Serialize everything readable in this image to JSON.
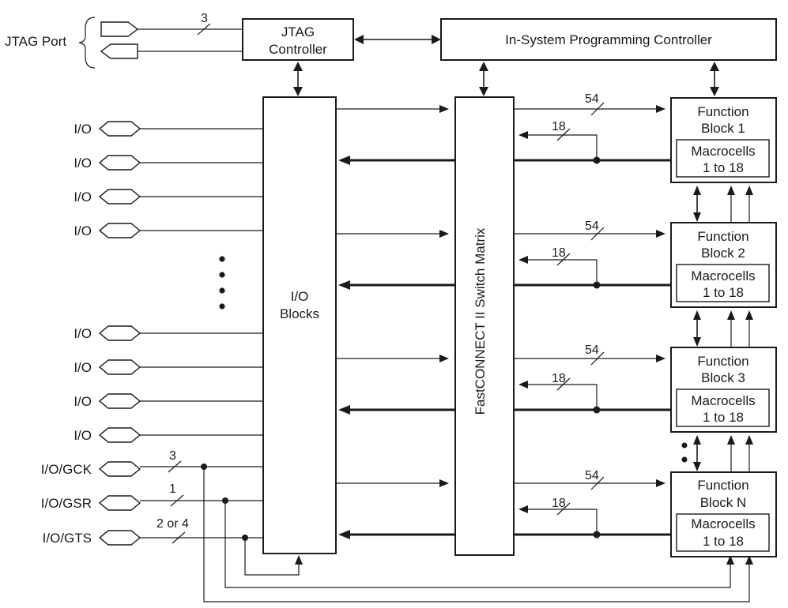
{
  "jtag": {
    "port_label": "JTAG Port",
    "bus_width": "3",
    "controller_line1": "JTAG",
    "controller_line2": "Controller"
  },
  "isp": {
    "label": "In-System Programming Controller"
  },
  "io_blocks": {
    "line1": "I/O",
    "line2": "Blocks"
  },
  "switch_matrix": {
    "label": "FastCONNECT II Switch Matrix"
  },
  "io_pins": [
    "I/O",
    "I/O",
    "I/O",
    "I/O",
    "I/O",
    "I/O",
    "I/O",
    "I/O"
  ],
  "global_pins": [
    {
      "label": "I/O/GCK",
      "width": "3"
    },
    {
      "label": "I/O/GSR",
      "width": "1"
    },
    {
      "label": "I/O/GTS",
      "width": "2 or 4"
    }
  ],
  "function_blocks": [
    {
      "line1": "Function",
      "line2": "Block 1",
      "mc1": "Macrocells",
      "mc2": "1 to 18",
      "in_width": "54",
      "fb_width": "18"
    },
    {
      "line1": "Function",
      "line2": "Block 2",
      "mc1": "Macrocells",
      "mc2": "1 to 18",
      "in_width": "54",
      "fb_width": "18"
    },
    {
      "line1": "Function",
      "line2": "Block 3",
      "mc1": "Macrocells",
      "mc2": "1 to 18",
      "in_width": "54",
      "fb_width": "18"
    },
    {
      "line1": "Function",
      "line2": "Block N",
      "mc1": "Macrocells",
      "mc2": "1 to 18",
      "in_width": "54",
      "fb_width": "18"
    }
  ]
}
